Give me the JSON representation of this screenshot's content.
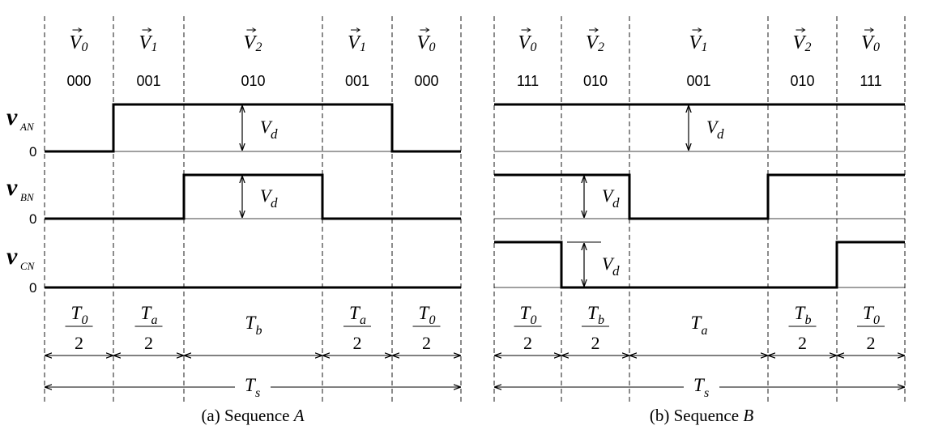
{
  "panels": [
    {
      "id": "a",
      "caption_prefix": "(a)",
      "caption_text": "Sequence",
      "caption_letter": "A",
      "vectors": [
        {
          "label": "V",
          "sub": "0",
          "code": "000"
        },
        {
          "label": "V",
          "sub": "1",
          "code": "001"
        },
        {
          "label": "V",
          "sub": "2",
          "code": "010"
        },
        {
          "label": "V",
          "sub": "1",
          "code": "001"
        },
        {
          "label": "V",
          "sub": "0",
          "code": "000"
        }
      ],
      "intervals": [
        {
          "num": "T",
          "num_sub": "0",
          "den": "2",
          "type": "fraction"
        },
        {
          "num": "T",
          "num_sub": "a",
          "den": "2",
          "type": "fraction"
        },
        {
          "num": "T",
          "num_sub": "b",
          "den": "",
          "type": "plain"
        },
        {
          "num": "T",
          "num_sub": "a",
          "den": "2",
          "type": "fraction"
        },
        {
          "num": "T",
          "num_sub": "0",
          "den": "2",
          "type": "fraction"
        }
      ],
      "waveforms": {
        "vAN": [
          0,
          1,
          1,
          1,
          0
        ],
        "vBN": [
          0,
          0,
          1,
          0,
          0
        ],
        "vCN": [
          0,
          0,
          0,
          0,
          0
        ]
      },
      "vd_label": "V",
      "vd_sub": "d",
      "ts_label": "T",
      "ts_sub": "s"
    },
    {
      "id": "b",
      "caption_prefix": "(b)",
      "caption_text": "Sequence",
      "caption_letter": "B",
      "vectors": [
        {
          "label": "V",
          "sub": "0",
          "code": "111"
        },
        {
          "label": "V",
          "sub": "2",
          "code": "010"
        },
        {
          "label": "V",
          "sub": "1",
          "code": "001"
        },
        {
          "label": "V",
          "sub": "2",
          "code": "010"
        },
        {
          "label": "V",
          "sub": "0",
          "code": "111"
        }
      ],
      "intervals": [
        {
          "num": "T",
          "num_sub": "0",
          "den": "2",
          "type": "fraction"
        },
        {
          "num": "T",
          "num_sub": "b",
          "den": "2",
          "type": "fraction"
        },
        {
          "num": "T",
          "num_sub": "a",
          "den": "",
          "type": "plain"
        },
        {
          "num": "T",
          "num_sub": "b",
          "den": "2",
          "type": "fraction"
        },
        {
          "num": "T",
          "num_sub": "0",
          "den": "2",
          "type": "fraction"
        }
      ],
      "waveforms": {
        "vAN": [
          1,
          1,
          1,
          1,
          1
        ],
        "vBN": [
          1,
          1,
          0,
          1,
          1
        ],
        "vCN": [
          1,
          0,
          0,
          0,
          1
        ]
      },
      "vd_label": "V",
      "vd_sub": "d",
      "ts_label": "T",
      "ts_sub": "s"
    }
  ],
  "row_labels": [
    {
      "main": "v",
      "sub": "AN",
      "zero": "0"
    },
    {
      "main": "v",
      "sub": "BN",
      "zero": "0"
    },
    {
      "main": "v",
      "sub": "CN",
      "zero": "0"
    }
  ]
}
